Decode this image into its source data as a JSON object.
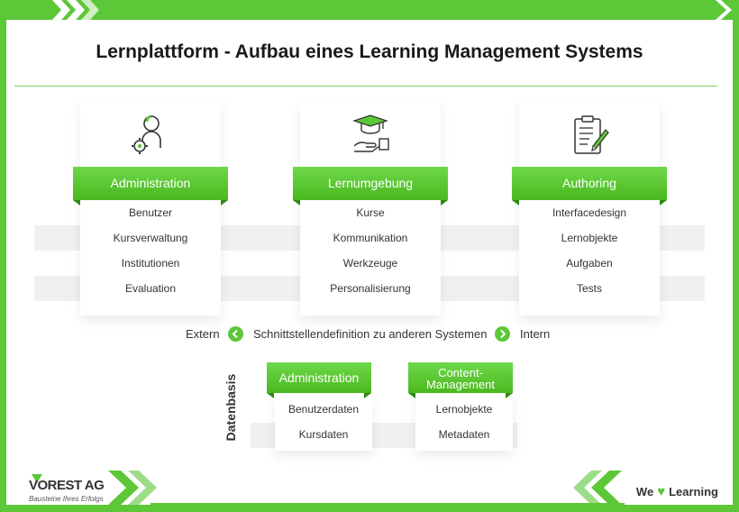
{
  "title": "Lernplattform - Aufbau eines Learning Management Systems",
  "colors": {
    "accent": "#5cc737",
    "accent_dark": "#2f8a12",
    "text": "#333333",
    "band": "#f0f0f0"
  },
  "columns": [
    {
      "icon": "admin-user-gear-icon",
      "label": "Administration",
      "items": [
        "Benutzer",
        "Kursverwaltung",
        "Institutionen",
        "Evaluation"
      ]
    },
    {
      "icon": "graduation-cap-hand-icon",
      "label": "Lernumgebung",
      "items": [
        "Kurse",
        "Kommunikation",
        "Werkzeuge",
        "Personalisierung"
      ]
    },
    {
      "icon": "clipboard-pen-icon",
      "label": "Authoring",
      "items": [
        "Interfacedesign",
        "Lernobjekte",
        "Aufgaben",
        "Tests"
      ]
    }
  ],
  "interface": {
    "left": "Extern",
    "center": "Schnittstellendefinition zu anderen Systemen",
    "right": "Intern"
  },
  "datenbasis": {
    "label": "Datenbasis",
    "columns": [
      {
        "label": "Administration",
        "items": [
          "Benutzerdaten",
          "Kursdaten"
        ]
      },
      {
        "label_line1": "Content-",
        "label_line2": "Management",
        "items": [
          "Lernobjekte",
          "Metadaten"
        ]
      }
    ]
  },
  "footer": {
    "logo_name": "VOREST AG",
    "logo_tagline": "Bausteine Ihres Erfolgs",
    "slogan_left": "We",
    "slogan_heart": "♥",
    "slogan_right": "Learning"
  }
}
